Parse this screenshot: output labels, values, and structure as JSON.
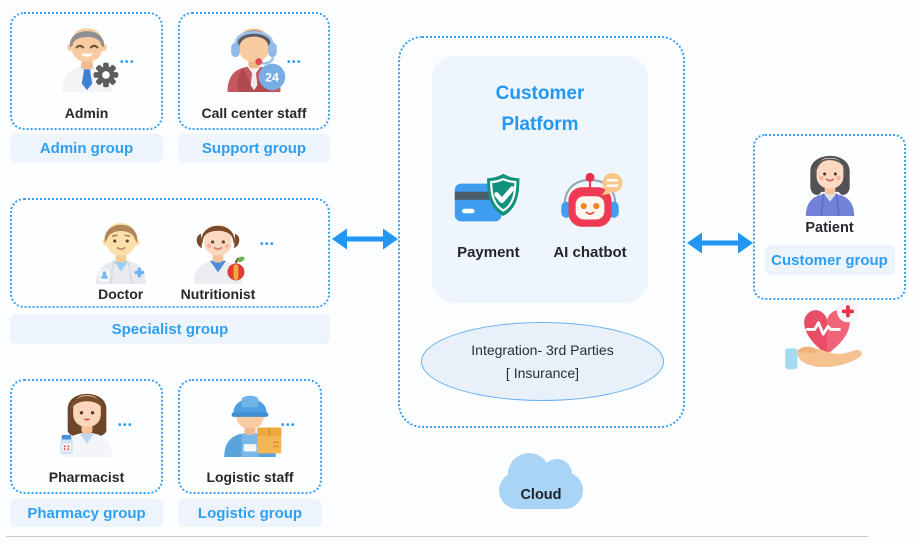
{
  "ui": {
    "more": "•••"
  },
  "cards": {
    "admin": {
      "name": "Admin",
      "group": "Admin group"
    },
    "support": {
      "name": "Call center staff",
      "group": "Support group",
      "badge": "24"
    },
    "specialist": {
      "doctor": "Doctor",
      "nutritionist": "Nutritionist",
      "group": "Specialist group"
    },
    "pharmacy": {
      "name": "Pharmacist",
      "group": "Pharmacy group"
    },
    "logistic": {
      "name": "Logistic staff",
      "group": "Logistic group"
    },
    "customer": {
      "name": "Patient",
      "group": "Customer group"
    }
  },
  "platform": {
    "title_line1": "Customer",
    "title_line2": "Platform",
    "payment_label": "Payment",
    "chatbot_label": "AI chatbot",
    "integration_line1": "Integration- 3rd Parties",
    "integration_line2": "[ Insurance]"
  },
  "cloud": {
    "label": "Cloud"
  },
  "colors": {
    "accent_blue": "#2f9ff2",
    "dashed_border": "#3aa0f3",
    "pill_bg": "#edf4fc",
    "panel_bg": "#eff5fd",
    "ellipse_border": "#66b0f0",
    "ellipse_bg": "#e8f1fa",
    "cloud_fill": "#a9d4f5",
    "arrow": "#2196f3"
  }
}
